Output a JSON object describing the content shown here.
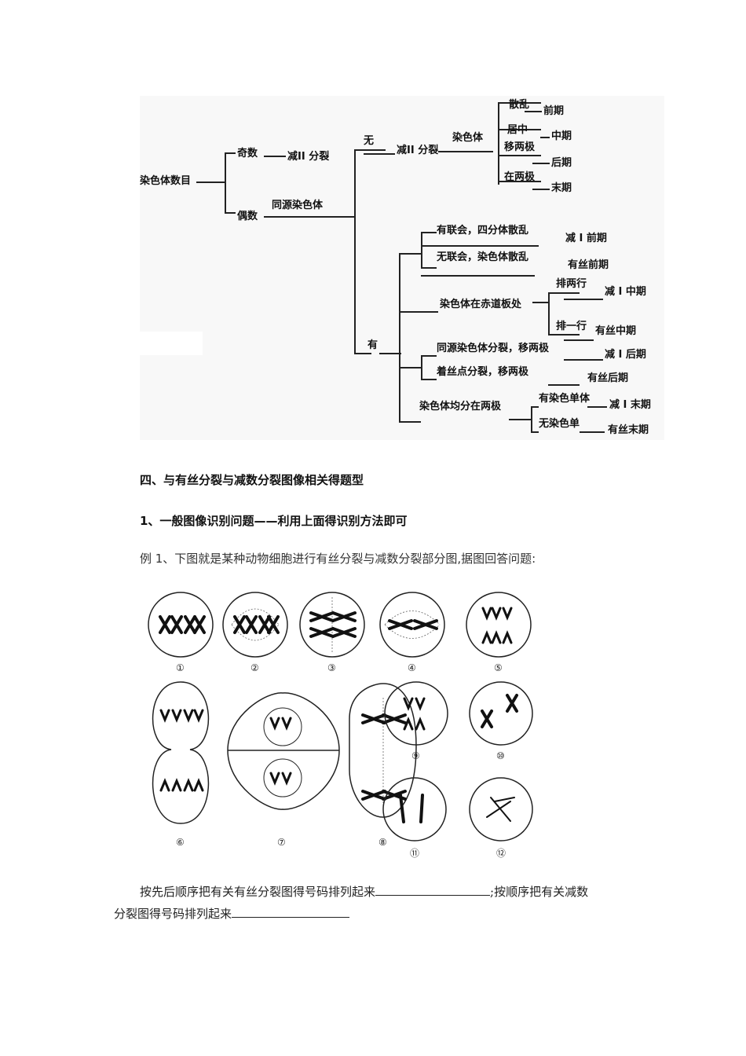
{
  "tree": {
    "root": "染色体数目",
    "odd": "奇数",
    "odd_result": "减II 分裂",
    "even": "偶数",
    "homologous": "同源染色体",
    "without": "无",
    "with": "有",
    "meiosis2": "减II 分裂",
    "chromosome": "染色体",
    "scattered": "散乱",
    "centered": "居中",
    "moving_poles": "移两极",
    "at_poles": "在两极",
    "prophase": "前期",
    "metaphase": "中期",
    "anaphase": "后期",
    "telophase": "末期",
    "synapsis_tetrad": "有联会，四分体散乱",
    "meiosis1_prophase": "减 I 前期",
    "no_synapsis": "无联会，染色体散乱",
    "mitosis_prophase": "有丝前期",
    "at_plate": "染色体在赤道板处",
    "two_rows": "排两行",
    "meiosis1_metaphase": "减 I 中期",
    "one_row": "排一行",
    "mitosis_metaphase": "有丝中期",
    "homolog_separate": "同源染色体分裂，移两极",
    "meiosis1_anaphase": "减 I 后期",
    "centromere_split": "着丝点分裂，移两极",
    "mitosis_anaphase": "有丝后期",
    "evenly_poles": "染色体均分在两极",
    "has_chromatid": "有染色单体",
    "meiosis1_telophase": "减 I 末期",
    "no_chromatid": "无染色单",
    "mitosis_telophase": "有丝末期"
  },
  "section_heading": "四、与有丝分裂与减数分裂图像相关得题型",
  "subheading": "1、一般图像识别问题——利用上面得识别方法即可",
  "example": "例 1、下图就是某种动物细胞进行有丝分裂与减数分裂部分图,据图回答问题:",
  "cell_labels": [
    "①",
    "②",
    "③",
    "④",
    "⑤",
    "⑥",
    "⑦",
    "⑧",
    "⑨",
    "⑩",
    "⑪",
    "⑫"
  ],
  "question_part1": "按先后顺序把有关有丝分裂图得号码排列起来",
  "question_part2": ";按顺序把有关减数",
  "question_part3": "分裂图得号码排列起来"
}
